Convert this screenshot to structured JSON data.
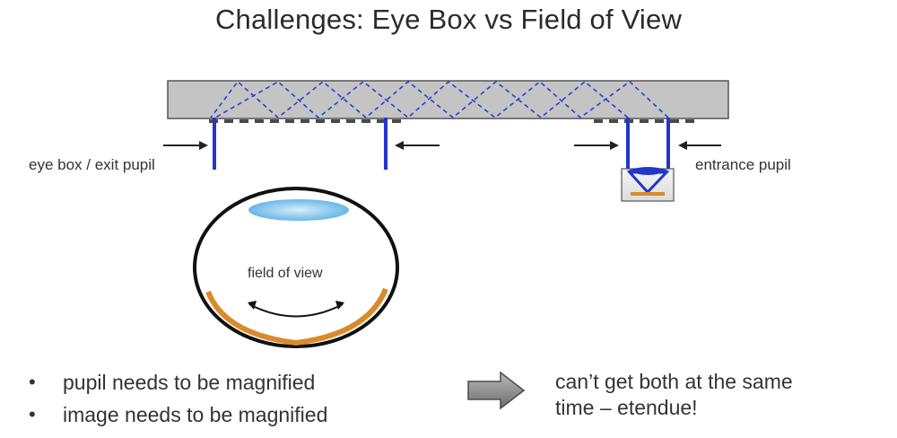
{
  "slide": {
    "title": "Challenges: Eye Box vs Field of View"
  },
  "labels": {
    "eye_box": "eye box / exit pupil",
    "entrance_pupil": "entrance pupil",
    "field_of_view": "field of view"
  },
  "bullets": [
    "pupil needs to be magnified",
    "image needs to be magnified"
  ],
  "conclusion": {
    "line1": "can’t get both at the same",
    "line2": "time – etendue!"
  },
  "colors": {
    "waveguide_fill": "#c4c4c4",
    "ray_blue": "#2b3fd6",
    "lens_blue": "#2236c9",
    "retina_orange": "#d98a2b",
    "cornea_light_blue": "#7fc3ea"
  }
}
